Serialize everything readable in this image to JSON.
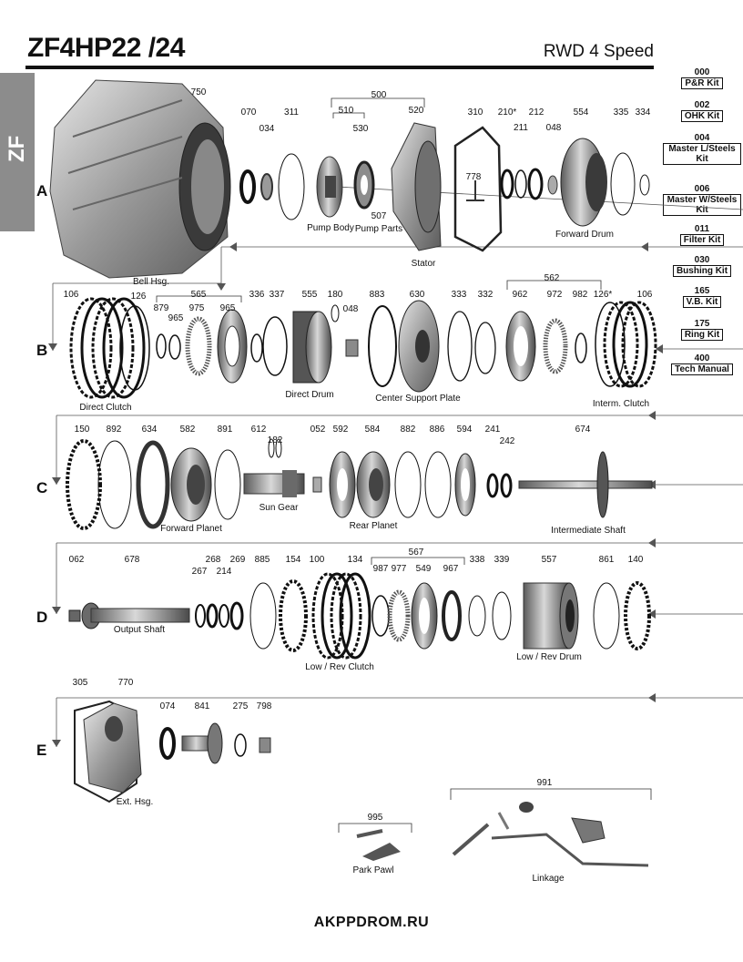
{
  "header": {
    "title": "ZF4HP22 /24",
    "subtitle": "RWD 4 Speed",
    "side_tab": "ZF"
  },
  "rows": [
    "A",
    "B",
    "C",
    "D",
    "E"
  ],
  "kits": [
    {
      "code": "000",
      "name": "P&R Kit"
    },
    {
      "code": "002",
      "name": "OHK Kit"
    },
    {
      "code": "004",
      "name": "Master L/Steels Kit"
    },
    {
      "code": "006",
      "name": "Master W/Steels Kit"
    },
    {
      "code": "011",
      "name": "Filter Kit"
    },
    {
      "code": "030",
      "name": "Bushing Kit"
    },
    {
      "code": "165",
      "name": "V.B. Kit"
    },
    {
      "code": "175",
      "name": "Ring Kit"
    },
    {
      "code": "400",
      "name": "Tech Manual"
    }
  ],
  "part_numbers": {
    "a": [
      "750",
      "070",
      "034",
      "311",
      "500",
      "510",
      "520",
      "530",
      "507",
      "310",
      "210*",
      "211",
      "212",
      "048",
      "554",
      "335",
      "334",
      "778"
    ],
    "b": [
      "106",
      "126",
      "565",
      "879",
      "965",
      "975",
      "965",
      "336",
      "337",
      "555",
      "180",
      "048",
      "883",
      "630",
      "333",
      "332",
      "562",
      "962",
      "972",
      "982",
      "126*",
      "106"
    ],
    "c": [
      "150",
      "892",
      "634",
      "582",
      "891",
      "612",
      "182",
      "052",
      "592",
      "584",
      "882",
      "886",
      "594",
      "241",
      "242",
      "674"
    ],
    "d": [
      "062",
      "678",
      "267",
      "268",
      "214",
      "269",
      "885",
      "154",
      "100",
      "134",
      "567",
      "987",
      "977",
      "549",
      "967",
      "338",
      "339",
      "557",
      "861",
      "140"
    ],
    "e": [
      "305",
      "770",
      "074",
      "841",
      "275",
      "798",
      "991",
      "995"
    ]
  },
  "part_names": {
    "bell_hsg": "Bell Hsg.",
    "pump_body": "Pump Body",
    "pump_parts": "Pump Parts",
    "stator": "Stator",
    "forward_drum": "Forward Drum",
    "direct_clutch": "Direct Clutch",
    "direct_drum": "Direct Drum",
    "center_support_plate": "Center Support Plate",
    "interm_clutch": "Interm. Clutch",
    "forward_planet": "Forward Planet",
    "sun_gear": "Sun Gear",
    "rear_planet": "Rear Planet",
    "intermediate_shaft": "Intermediate Shaft",
    "output_shaft": "Output Shaft",
    "low_rev_clutch": "Low / Rev Clutch",
    "low_rev_drum": "Low / Rev Drum",
    "ext_hsg": "Ext. Hsg.",
    "park_pawl": "Park Pawl",
    "linkage": "Linkage"
  },
  "footer": {
    "watermark": "AKPPDROM.RU"
  }
}
